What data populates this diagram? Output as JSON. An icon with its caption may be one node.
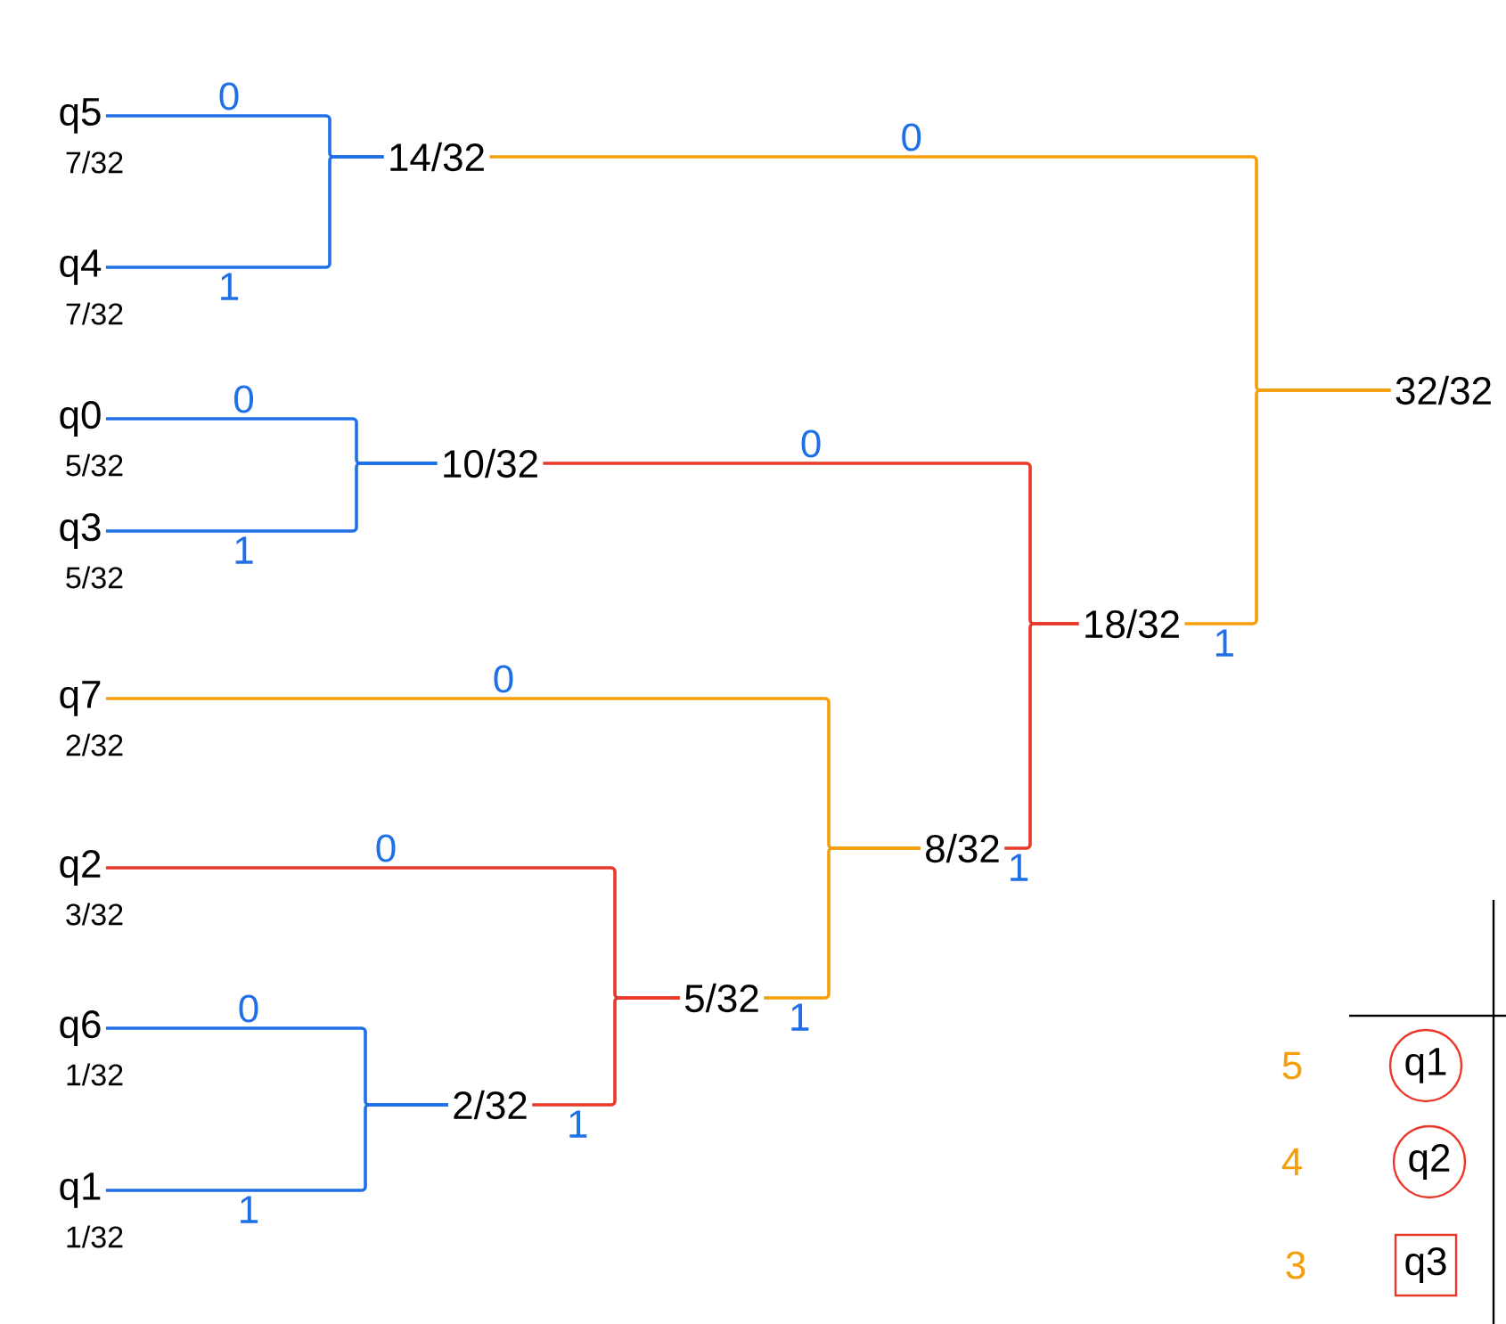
{
  "diagram": {
    "nodes": [
      {
        "text": [
          "q5"
        ],
        "beside": [
          "7/32"
        ]
      },
      {
        "text": [
          "q4"
        ],
        "beside": [
          "7/32"
        ]
      },
      {
        "text": [
          "q0"
        ],
        "beside": [
          "5/32"
        ]
      },
      {
        "text": [
          "q3"
        ],
        "beside": [
          "5/32"
        ]
      },
      {
        "text": [
          "q7"
        ],
        "beside": [
          "2/32"
        ]
      },
      {
        "text": [
          "q2"
        ],
        "beside": [
          "3/32"
        ]
      },
      {
        "text": [
          "q6"
        ],
        "beside": [
          "1/32"
        ]
      },
      {
        "text": [
          "q1"
        ],
        "beside": [
          "1/32"
        ]
      },
      {
        "text": [
          "14/32"
        ]
      },
      {
        "text": [
          "10/32"
        ]
      },
      {
        "text": [
          "2/32"
        ]
      },
      {
        "text": [
          "5/32"
        ]
      },
      {
        "text": [
          "8/32"
        ]
      },
      {
        "text": [
          "18/32"
        ]
      },
      {
        "text": [
          "32/32"
        ]
      }
    ],
    "edges": [
      {
        "from": 0,
        "to": 8,
        "arrow": "none",
        "label": "0",
        "color": "#1f6fe8"
      },
      {
        "from": 1,
        "to": 8,
        "arrow": "none",
        "label": "1",
        "color": "#1f6fe8"
      },
      {
        "from": 2,
        "to": 9,
        "arrow": "none",
        "label": "0",
        "color": "#1f6fe8"
      },
      {
        "from": 3,
        "to": 9,
        "arrow": "none",
        "label": "1",
        "color": "#1f6fe8"
      },
      {
        "from": 6,
        "to": 10,
        "arrow": "none",
        "label": "0",
        "color": "#1f6fe8"
      },
      {
        "from": 7,
        "to": 10,
        "arrow": "none",
        "label": "1",
        "color": "#1f6fe8"
      },
      {
        "from": 5,
        "to": 11,
        "arrow": "none",
        "label": "0",
        "color": "#e8392a"
      },
      {
        "from": 10,
        "to": 11,
        "arrow": "none",
        "label": "1",
        "color": "#e8392a"
      },
      {
        "from": 4,
        "to": 12,
        "arrow": "none",
        "label": "0",
        "color": "#f59e0b"
      },
      {
        "from": 11,
        "to": 12,
        "arrow": "none",
        "label": "1",
        "color": "#f59e0b"
      },
      {
        "from": 9,
        "to": 13,
        "arrow": "none",
        "label": "0",
        "color": "#e8392a"
      },
      {
        "from": 12,
        "to": 13,
        "arrow": "none",
        "label": "1",
        "color": "#e8392a"
      },
      {
        "from": 8,
        "to": 14,
        "arrow": "none",
        "label": "0",
        "color": "#f59e0b"
      },
      {
        "from": 13,
        "to": 14,
        "arrow": "none",
        "label": "1",
        "color": "#f59e0b"
      }
    ],
    "labels": [
      "5",
      "q1",
      "4",
      "q2",
      "3",
      "q3"
    ]
  }
}
